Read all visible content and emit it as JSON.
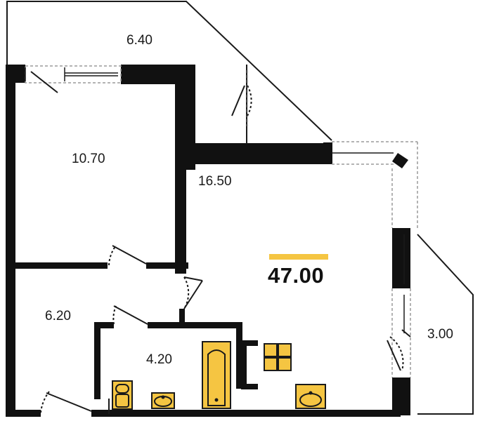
{
  "plan": {
    "total_area": "47.00",
    "rooms": [
      {
        "id": "balcony",
        "area": "6.40"
      },
      {
        "id": "bedroom",
        "area": "10.70"
      },
      {
        "id": "living",
        "area": "16.50"
      },
      {
        "id": "hall",
        "area": "6.20"
      },
      {
        "id": "bathroom",
        "area": "4.20"
      },
      {
        "id": "loggia",
        "area": "3.00"
      }
    ]
  },
  "colors": {
    "wall": "#111111",
    "accent": "#f5c542",
    "fixture_fill": "#f5c542",
    "fixture_stroke": "#1a1a1a",
    "thin_line": "#1a1a1a",
    "window_dash": "#9a9a9a"
  },
  "icons": [
    "door-swing-icon",
    "window-icon",
    "bathtub-icon",
    "toilet-icon",
    "sink-icon",
    "stove-icon"
  ]
}
